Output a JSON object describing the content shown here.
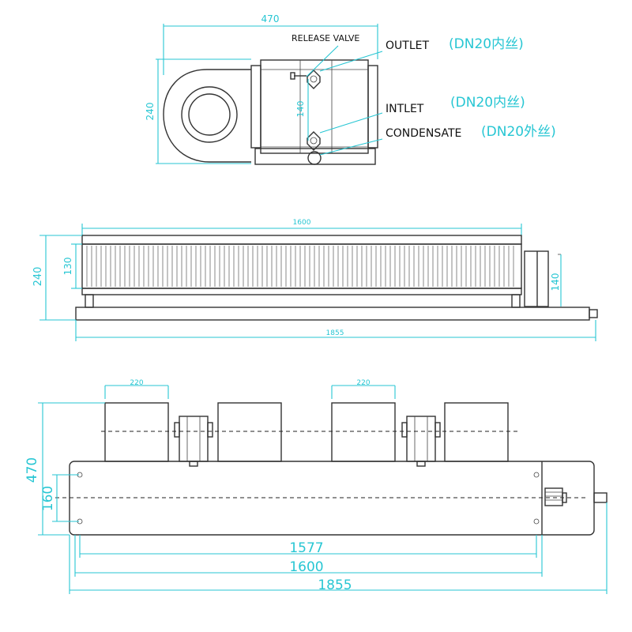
{
  "top_view": {
    "dims": {
      "width": "470",
      "height": "240",
      "inner": "140"
    },
    "labels": {
      "release_valve": "RELEASE VALVE",
      "outlet": "OUTLET",
      "outlet_spec": "(DN20内丝)",
      "inlet": "INTLET",
      "inlet_spec": "(DN20内丝)",
      "condensate": "CONDENSATE",
      "condensate_spec": "(DN20外丝)"
    }
  },
  "side_view": {
    "dims": {
      "coil_length": "1600",
      "total_length": "1855",
      "height": "240",
      "coil_height": "130",
      "pipe_height": "140"
    }
  },
  "bottom_view": {
    "dims": {
      "fan_width_1": "220",
      "fan_width_2": "220",
      "depth": "470",
      "mount": "160",
      "mount_span": "1577",
      "coil_length": "1600",
      "total_length": "1855"
    }
  },
  "colors": {
    "dimension": "#27c6d3",
    "outline": "#333333",
    "text": "#111111"
  }
}
